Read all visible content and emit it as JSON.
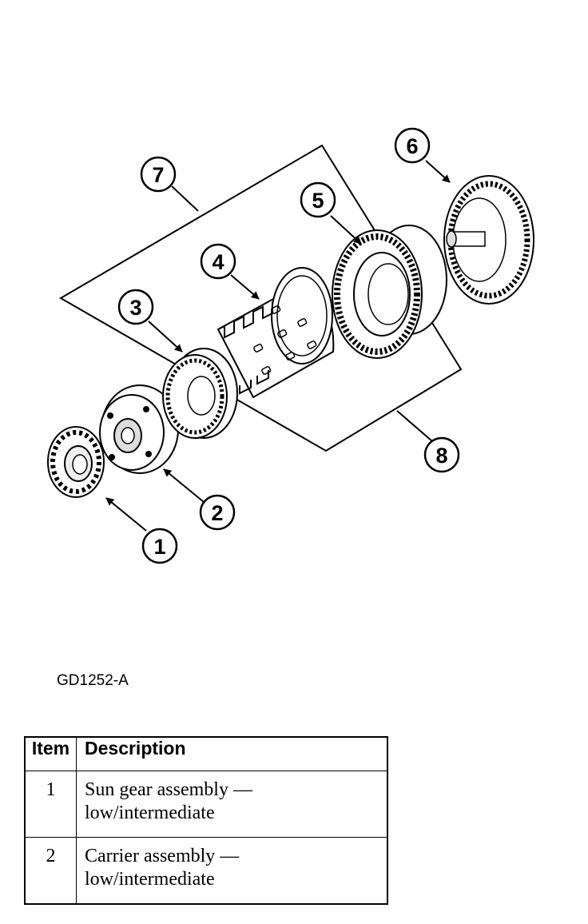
{
  "figure": {
    "code": "GD1252-A",
    "callouts": [
      "1",
      "2",
      "3",
      "4",
      "5",
      "6",
      "7",
      "8"
    ]
  },
  "table": {
    "headers": [
      "Item",
      "Description"
    ],
    "rows": [
      {
        "item": "1",
        "line1": "Sun gear assembly —",
        "line2": "low/intermediate"
      },
      {
        "item": "2",
        "line1": "Carrier assembly —",
        "line2": "low/intermediate"
      }
    ]
  }
}
